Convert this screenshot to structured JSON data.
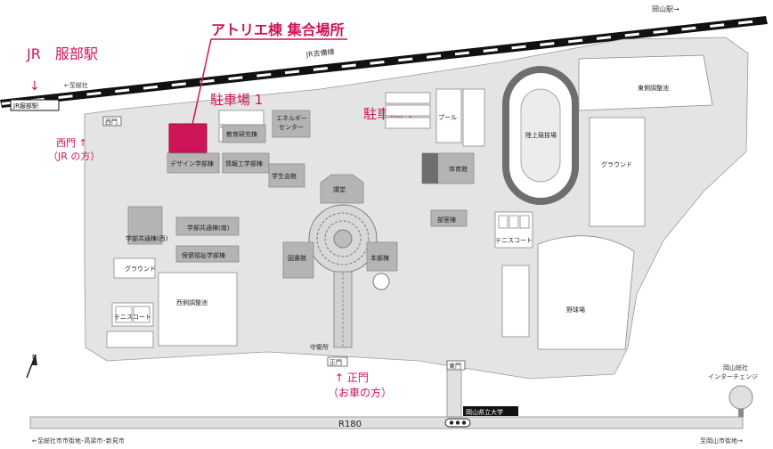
{
  "map": {
    "header_top_right": "岡山駅→",
    "railway": {
      "name": "JR吉備線",
      "color": "#111111"
    },
    "station": {
      "title": "JR　服部駅",
      "arrow": "↓",
      "sign": "JR服部駅",
      "small_right": "←至総社"
    },
    "gates": {
      "west_sign": "西門",
      "west_note_line1": "西門 ↑",
      "west_note_line2": "（JR の方）",
      "main_sign": "正門",
      "main_note_line1": "↑ 正門",
      "main_note_line2": "（お車の方）",
      "east_sign": "東門",
      "guard": "守衛所"
    },
    "callouts": {
      "atelier": "アトリエ棟 集合場所",
      "parking1": "駐車場 1",
      "parking2": "駐車場 2"
    },
    "buildings": {
      "kyoiku_kenkyu": "教育研究棟",
      "energy1": "エネルギー",
      "energy2": "センター",
      "design": "デザイン学部棟",
      "joho": "情報工学部棟",
      "gakusei": "学生会館",
      "kodo": "講堂",
      "kyotsu_nishi": "学部共通棟(西)",
      "kyotsu_minami": "学部共通棟(南)",
      "hoken": "保健福祉学部棟",
      "toshokan": "図書館",
      "honbu": "本部棟",
      "bukatsu": "部室棟",
      "pool": "プール",
      "taiikukan": "体育館",
      "rikujo": "陸上競技場",
      "higashi_pond": "東側調整池",
      "ground_east": "グラウンド",
      "tennis_east": "テニスコート",
      "baseball": "野球場",
      "ground_west": "グラウンド",
      "nishi_pond": "西側調整池",
      "tennis_west": "テニスコート"
    },
    "compass": "N",
    "road": {
      "name": "R180",
      "university_sign": "岡山県立大学",
      "left_note": "←至総社市市街地･高梁市･新見市",
      "right_note": "至岡山市街地→"
    },
    "ic": {
      "line1": "岡山総社",
      "line2": "インターチェンジ"
    },
    "colors": {
      "accent": "#d0145a",
      "building": "#b4b4b4",
      "campus": "#e4e4e4"
    }
  }
}
